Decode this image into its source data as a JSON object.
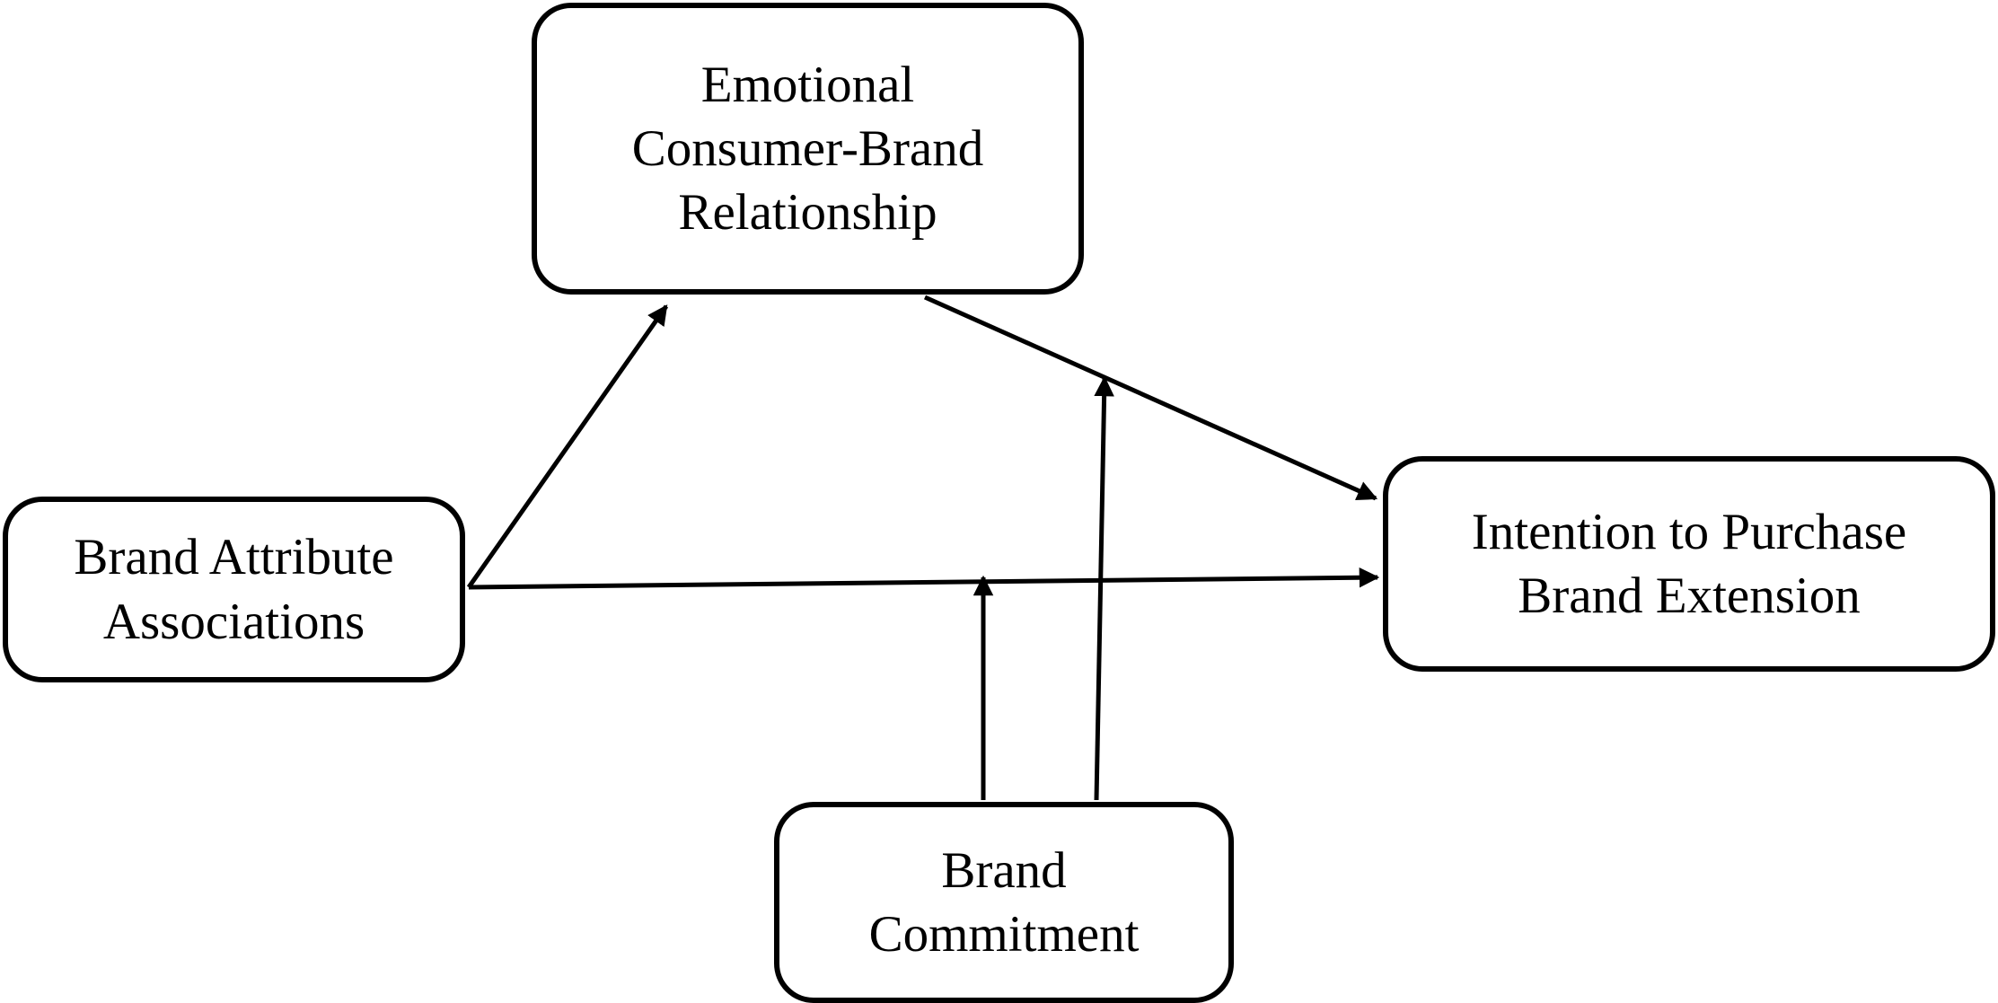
{
  "nodes": {
    "emotional": {
      "label": "Emotional\nConsumer-Brand\nRelationship"
    },
    "attribute": {
      "label": "Brand Attribute\nAssociations"
    },
    "intention": {
      "label": "Intention to Purchase\nBrand Extension"
    },
    "commitment": {
      "label": "Brand\nCommitment"
    }
  },
  "edges": [
    {
      "from": "attribute",
      "to": "emotional"
    },
    {
      "from": "emotional",
      "to": "intention"
    },
    {
      "from": "attribute",
      "to": "intention"
    },
    {
      "from": "commitment",
      "to": "edge:attribute-intention"
    },
    {
      "from": "commitment",
      "to": "edge:emotional-intention"
    }
  ],
  "colors": {
    "stroke": "#000000",
    "background": "#ffffff"
  }
}
